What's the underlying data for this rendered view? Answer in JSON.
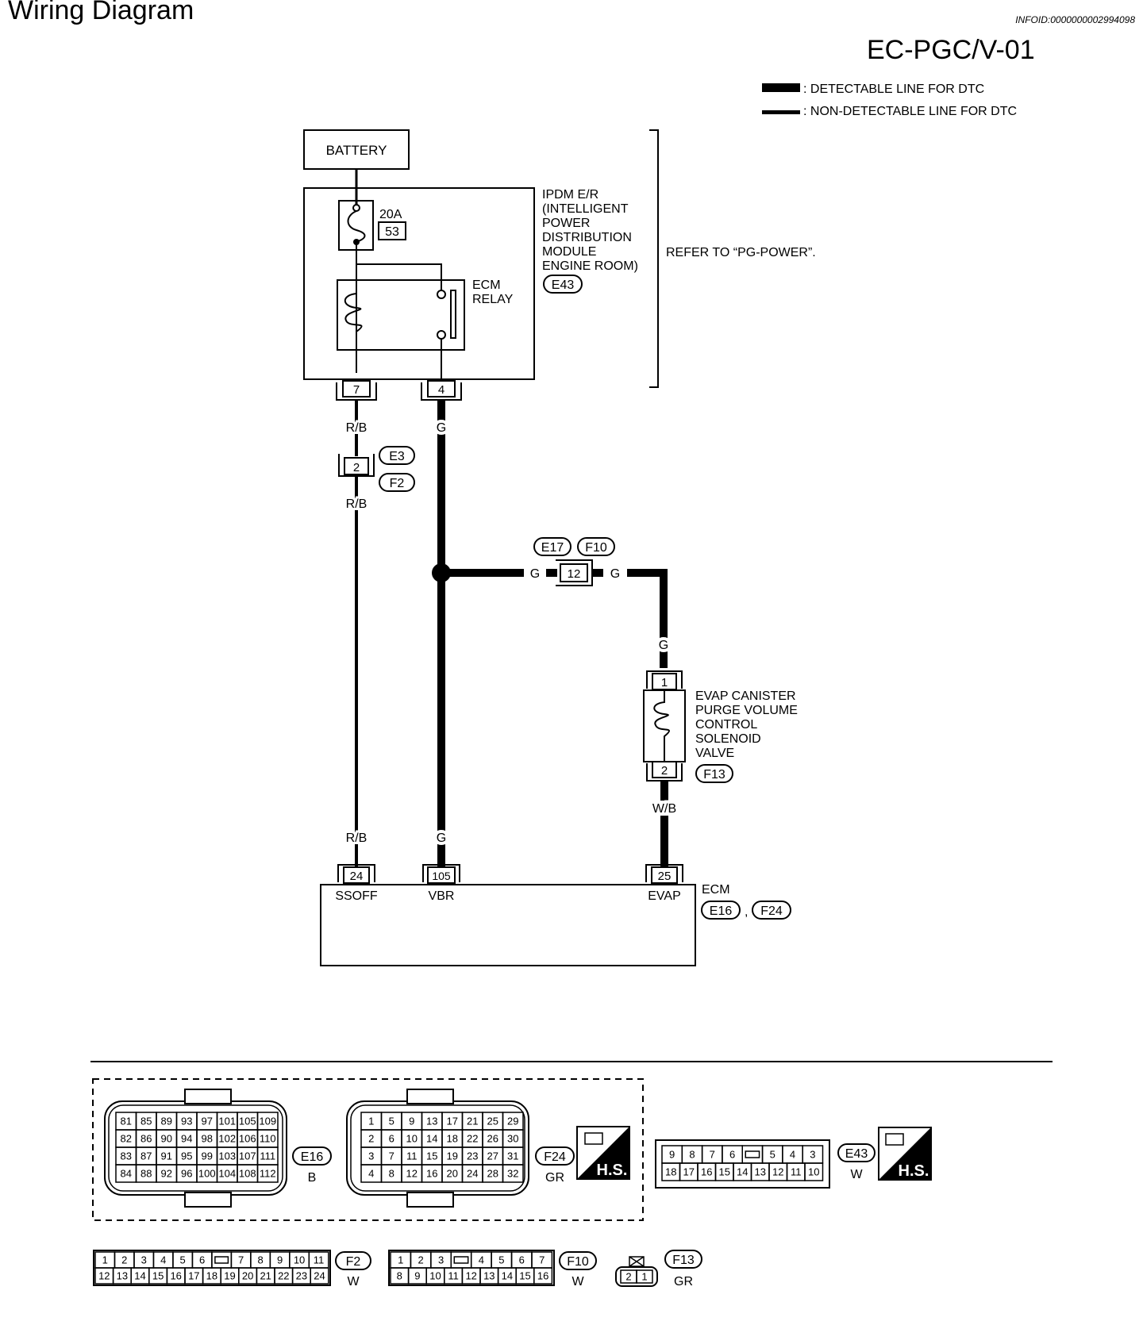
{
  "header": {
    "title": "Wiring Diagram",
    "info_id": "INFOID:0000000002994098",
    "diagram_code": "EC-PGC/V-01"
  },
  "legend": {
    "detectable": ": DETECTABLE LINE FOR DTC",
    "non_detectable": ": NON-DETECTABLE LINE FOR DTC"
  },
  "battery": {
    "label": "BATTERY"
  },
  "ipdm": {
    "fuse_rating": "20A",
    "fuse_number": "53",
    "relay_label": [
      "ECM",
      "RELAY"
    ],
    "name_lines": [
      "IPDM E/R",
      "(INTELLIGENT",
      "POWER",
      "DISTRIBUTION",
      "MODULE",
      "ENGINE ROOM)"
    ],
    "connector": "E43",
    "terminal_left": "7",
    "terminal_right": "4",
    "refer_note": "REFER TO “PG-POWER”."
  },
  "wires": {
    "rb": "R/B",
    "g": "G",
    "wb": "W/B"
  },
  "joint_connector": {
    "terminal": "2",
    "connectors": [
      "E3",
      "F2"
    ]
  },
  "branch_connector": {
    "terminal": "12",
    "connectors": [
      "E17",
      "F10"
    ]
  },
  "solenoid": {
    "terminal_top": "1",
    "terminal_bottom": "2",
    "name_lines": [
      "EVAP CANISTER",
      "PURGE VOLUME",
      "CONTROL",
      "SOLENOID",
      "VALVE"
    ],
    "connector": "F13"
  },
  "ecm": {
    "name": "ECM",
    "connectors": [
      "E16",
      "F24"
    ],
    "separator": ",",
    "terminals": [
      {
        "num": "24",
        "label": "SSOFF"
      },
      {
        "num": "105",
        "label": "VBR"
      },
      {
        "num": "25",
        "label": "EVAP"
      }
    ]
  },
  "connector_views": {
    "e16": {
      "id": "E16",
      "color": "B",
      "rows": [
        [
          "81",
          "85",
          "89",
          "93",
          "97",
          "101",
          "105",
          "109"
        ],
        [
          "82",
          "86",
          "90",
          "94",
          "98",
          "102",
          "106",
          "110"
        ],
        [
          "83",
          "87",
          "91",
          "95",
          "99",
          "103",
          "107",
          "111"
        ],
        [
          "84",
          "88",
          "92",
          "96",
          "100",
          "104",
          "108",
          "112"
        ]
      ]
    },
    "f24": {
      "id": "F24",
      "color": "GR",
      "rows": [
        [
          "1",
          "5",
          "9",
          "13",
          "17",
          "21",
          "25",
          "29"
        ],
        [
          "2",
          "6",
          "10",
          "14",
          "18",
          "22",
          "26",
          "30"
        ],
        [
          "3",
          "7",
          "11",
          "15",
          "19",
          "23",
          "27",
          "31"
        ],
        [
          "4",
          "8",
          "12",
          "16",
          "20",
          "24",
          "28",
          "32"
        ]
      ]
    },
    "e43": {
      "id": "E43",
      "color": "W",
      "top": [
        "9",
        "8",
        "7",
        "6",
        "",
        "5",
        "4",
        "3"
      ],
      "bottom": [
        "18",
        "17",
        "16",
        "15",
        "14",
        "13",
        "12",
        "11",
        "10"
      ]
    },
    "f2": {
      "id": "F2",
      "color": "W",
      "top": [
        "1",
        "2",
        "3",
        "4",
        "5",
        "6",
        "",
        "7",
        "8",
        "9",
        "10",
        "11"
      ],
      "bottom": [
        "12",
        "13",
        "14",
        "15",
        "16",
        "17",
        "18",
        "19",
        "20",
        "21",
        "22",
        "23",
        "24"
      ]
    },
    "f10": {
      "id": "F10",
      "color": "W",
      "top": [
        "1",
        "2",
        "3",
        "",
        "4",
        "5",
        "6",
        "7"
      ],
      "bottom": [
        "8",
        "9",
        "10",
        "11",
        "12",
        "13",
        "14",
        "15",
        "16"
      ]
    },
    "f13": {
      "id": "F13",
      "color": "GR",
      "cells": [
        "2",
        "1"
      ]
    },
    "hs_label": "H.S."
  }
}
